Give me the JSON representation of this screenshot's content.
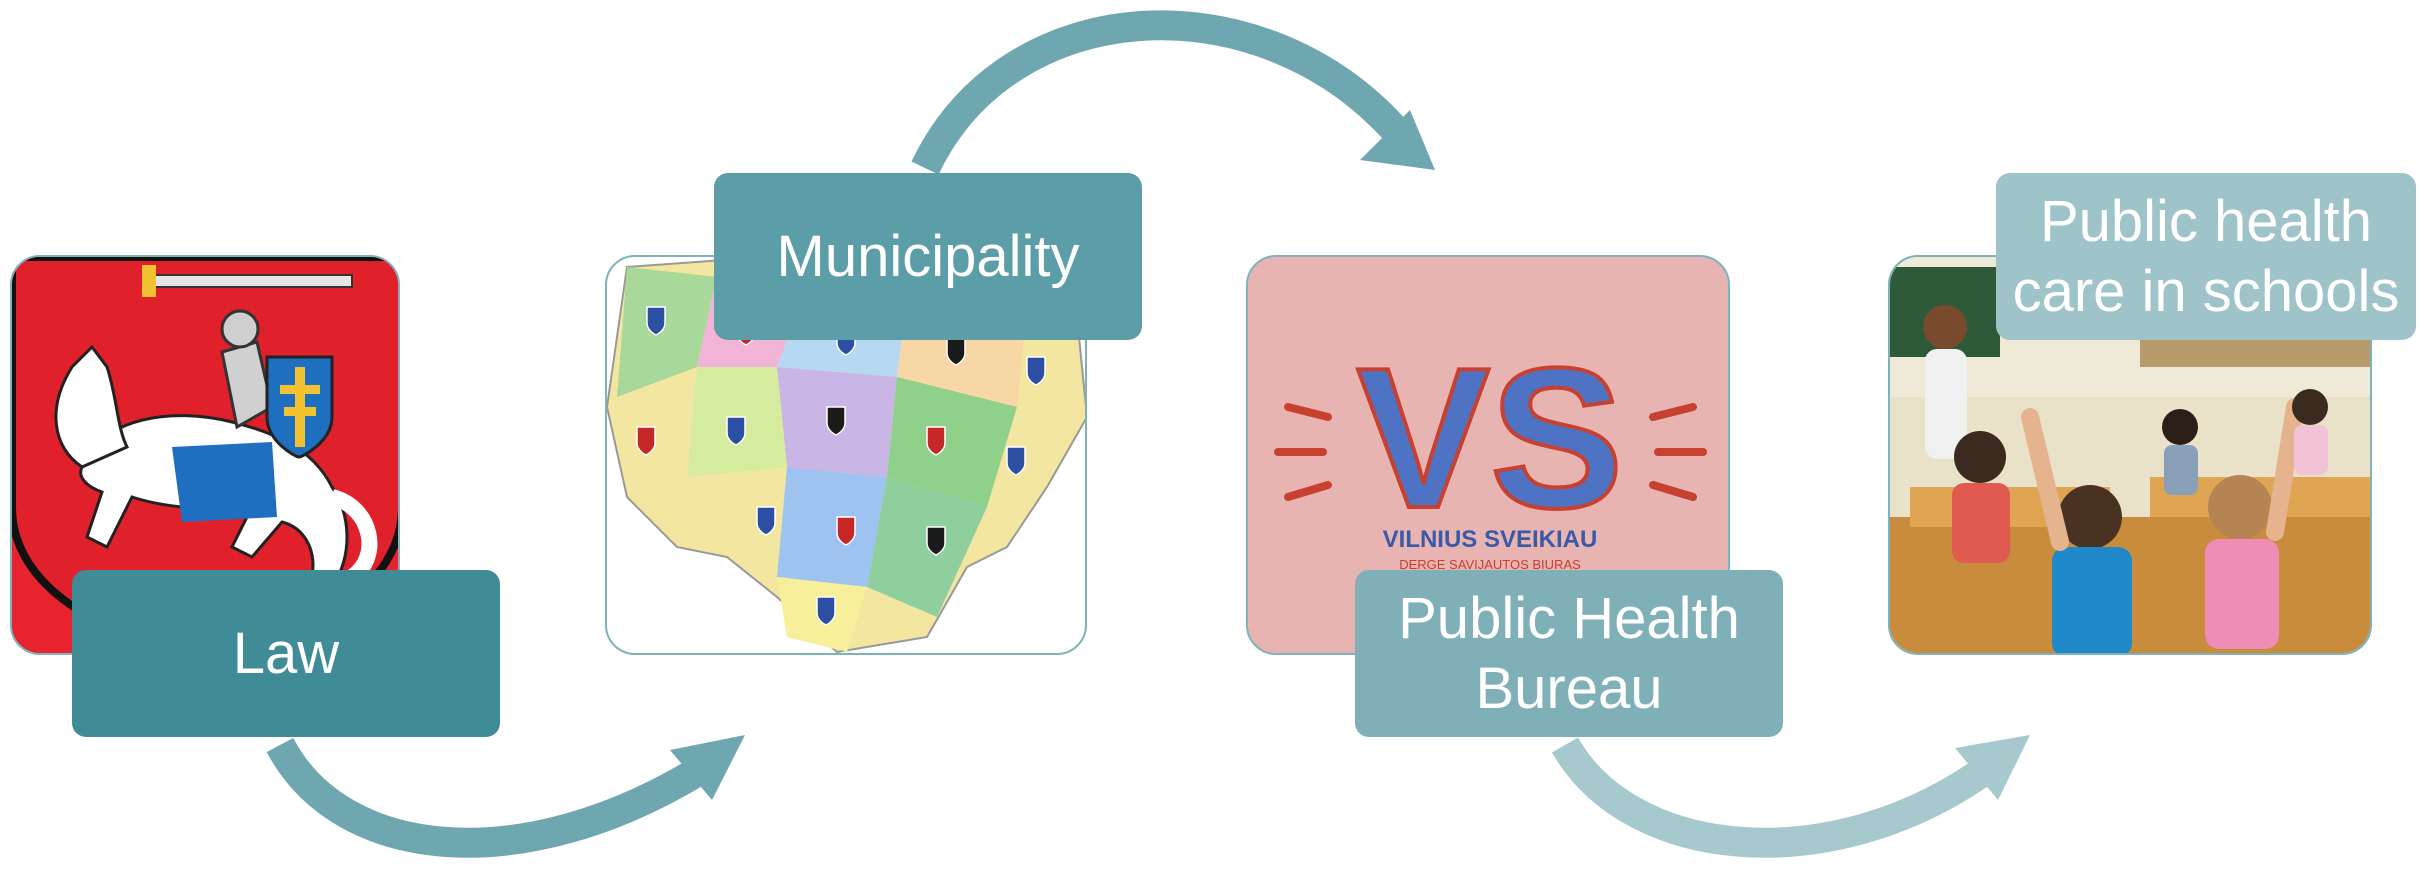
{
  "steps": [
    {
      "label": "Law",
      "image": "lithuanian-coat-of-arms"
    },
    {
      "label": "Municipality",
      "image": "lithuania-municipalities-map"
    },
    {
      "label": "Public Health Bureau",
      "image": "vilnius-sveikiau-logo",
      "logo_text": "VS",
      "logo_caption": "VILNIUS SVEIKIAU",
      "logo_subcaption": "DERGE SAVIJAUTOS BIURAS"
    },
    {
      "label": "Public health care in schools",
      "image": "classroom-photo"
    }
  ],
  "colors": {
    "step_1": "#3f8b96",
    "step_2": "#5b9ea8",
    "step_3": "#7fb0b8",
    "step_4": "#9ec3c8",
    "arrow_dark": "#6fa7b0",
    "arrow_light": "#a6c9ce"
  }
}
